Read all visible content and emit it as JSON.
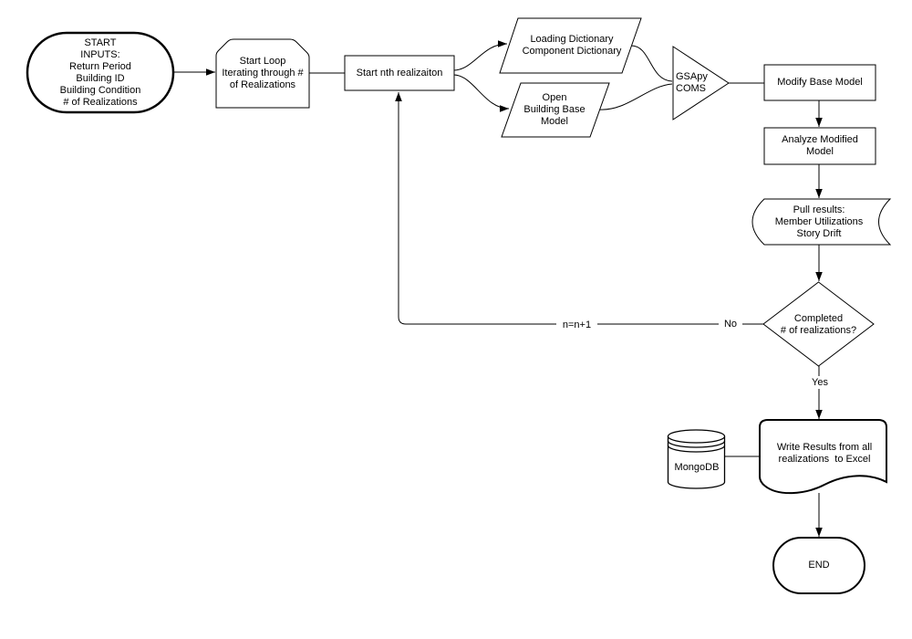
{
  "diagram": {
    "background_color": "#ffffff",
    "stroke_color": "#000000",
    "nodes": {
      "start": {
        "shape": "terminator",
        "text": "START\nINPUTS:\nReturn Period\nBuilding ID\nBuilding Condition\n# of Realizations"
      },
      "start_loop": {
        "shape": "loop-limit",
        "text": "Start Loop\nIterating through #\nof Realizations"
      },
      "nth_realization": {
        "shape": "process",
        "text": "Start nth realizaiton"
      },
      "loading_dictionary": {
        "shape": "parallelogram",
        "text": "Loading Dictionary\nComponent Dictionary"
      },
      "open_base_model": {
        "shape": "parallelogram",
        "text": "Open\nBuilding Base\nModel"
      },
      "gsapy": {
        "shape": "triangle",
        "text": "GSApy\nCOMS"
      },
      "modify_model": {
        "shape": "process",
        "text": "Modify Base Model"
      },
      "analyze_model": {
        "shape": "process",
        "text": "Analyze Modified\nModel"
      },
      "pull_results": {
        "shape": "stored-data",
        "text": "Pull results:\nMember Utilizations\nStory Drift"
      },
      "decision": {
        "shape": "decision",
        "text": "Completed\n# of realizations?"
      },
      "write_results": {
        "shape": "document",
        "text": "Write Results from all\nrealizations  to Excel"
      },
      "mongodb": {
        "shape": "database",
        "text": "MongoDB"
      },
      "end": {
        "shape": "terminator",
        "text": "END"
      }
    },
    "edge_labels": {
      "no": "No",
      "yes": "Yes",
      "increment": "n=n+1"
    },
    "edges": [
      {
        "from": "start",
        "to": "start_loop",
        "arrow": true
      },
      {
        "from": "start_loop",
        "to": "nth_realization",
        "arrow": false
      },
      {
        "from": "nth_realization",
        "to": "loading_dictionary",
        "arrow": true
      },
      {
        "from": "nth_realization",
        "to": "open_base_model",
        "arrow": true
      },
      {
        "from": "loading_dictionary",
        "to": "gsapy",
        "arrow": false
      },
      {
        "from": "open_base_model",
        "to": "gsapy",
        "arrow": false
      },
      {
        "from": "gsapy",
        "to": "modify_model",
        "arrow": false
      },
      {
        "from": "modify_model",
        "to": "analyze_model",
        "arrow": true
      },
      {
        "from": "analyze_model",
        "to": "pull_results",
        "arrow": true
      },
      {
        "from": "pull_results",
        "to": "decision",
        "arrow": true
      },
      {
        "from": "decision",
        "to": "write_results",
        "arrow": true,
        "label": "Yes"
      },
      {
        "from": "decision",
        "to": "nth_realization",
        "arrow": true,
        "label": "No / n=n+1"
      },
      {
        "from": "write_results",
        "to": "end",
        "arrow": true
      },
      {
        "from": "mongodb",
        "to": "write_results",
        "arrow": false
      }
    ]
  }
}
